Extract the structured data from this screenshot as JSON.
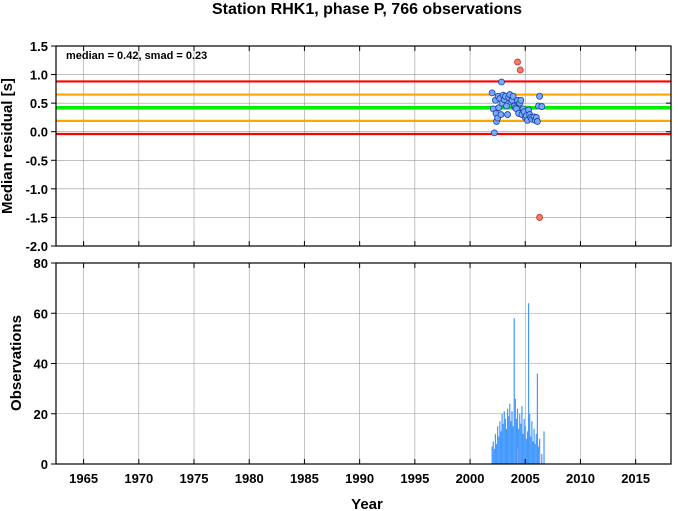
{
  "chart_data": {
    "title": "Station RHK1, phase P, 766 observations",
    "xlabel": "Year",
    "xlim": [
      1962.5,
      2018.2
    ],
    "xticks": [
      1965,
      1970,
      1975,
      1980,
      1985,
      1990,
      1995,
      2000,
      2005,
      2010,
      2015
    ],
    "grid": true,
    "residual_panel": {
      "type": "scatter",
      "ylabel": "Median residual [s]",
      "ylim": [
        -2.0,
        1.5
      ],
      "yticks": [
        "1.5",
        "1.0",
        "0.5",
        "0.0",
        "-0.5",
        "-1.0",
        "-1.5",
        "-2.0"
      ],
      "ytick_values": [
        1.5,
        1.0,
        0.5,
        0.0,
        -0.5,
        -1.0,
        -1.5,
        -2.0
      ],
      "annotation": "median = 0.42, smad = 0.23",
      "lines": [
        {
          "value": 0.88,
          "color": "#ff0000"
        },
        {
          "value": 0.65,
          "color": "#ffa500"
        },
        {
          "value": 0.42,
          "color": "#00ee00"
        },
        {
          "value": 0.19,
          "color": "#ffa500"
        },
        {
          "value": -0.04,
          "color": "#ff0000"
        }
      ],
      "points_color": "#77aaff",
      "outlier_color": "#ff7766",
      "points": [
        [
          2002.0,
          0.68
        ],
        [
          2002.1,
          0.4
        ],
        [
          2002.2,
          -0.02
        ],
        [
          2002.3,
          0.55
        ],
        [
          2002.35,
          0.32
        ],
        [
          2002.4,
          0.18
        ],
        [
          2002.5,
          0.24
        ],
        [
          2002.55,
          0.62
        ],
        [
          2002.6,
          0.42
        ],
        [
          2002.7,
          0.58
        ],
        [
          2002.8,
          0.3
        ],
        [
          2002.85,
          0.87
        ],
        [
          2002.9,
          0.5
        ],
        [
          2003.0,
          0.64
        ],
        [
          2003.1,
          0.56
        ],
        [
          2003.2,
          0.62
        ],
        [
          2003.3,
          0.45
        ],
        [
          2003.4,
          0.3
        ],
        [
          2003.5,
          0.6
        ],
        [
          2003.6,
          0.65
        ],
        [
          2003.7,
          0.52
        ],
        [
          2003.8,
          0.55
        ],
        [
          2003.9,
          0.62
        ],
        [
          2004.0,
          0.45
        ],
        [
          2004.1,
          0.42
        ],
        [
          2004.2,
          0.4
        ],
        [
          2004.3,
          0.55
        ],
        [
          2004.4,
          0.32
        ],
        [
          2004.5,
          0.5
        ],
        [
          2004.6,
          0.55
        ],
        [
          2004.7,
          0.3
        ],
        [
          2004.8,
          0.4
        ],
        [
          2004.9,
          0.35
        ],
        [
          2005.0,
          0.25
        ],
        [
          2005.1,
          0.28
        ],
        [
          2005.2,
          0.2
        ],
        [
          2005.3,
          0.38
        ],
        [
          2005.4,
          0.3
        ],
        [
          2005.5,
          0.25
        ],
        [
          2005.6,
          0.22
        ],
        [
          2005.8,
          0.26
        ],
        [
          2005.9,
          0.2
        ],
        [
          2006.0,
          0.25
        ],
        [
          2006.1,
          0.18
        ],
        [
          2006.2,
          0.45
        ],
        [
          2006.3,
          0.62
        ],
        [
          2006.5,
          0.44
        ]
      ],
      "outliers": [
        [
          2004.3,
          1.22
        ],
        [
          2004.55,
          1.08
        ],
        [
          2006.3,
          -1.5
        ]
      ]
    },
    "count_panel": {
      "type": "bar",
      "ylabel": "Observations",
      "ylim": [
        0,
        80
      ],
      "yticks": [
        "80",
        "60",
        "40",
        "20",
        "0"
      ],
      "ytick_values": [
        80,
        60,
        40,
        20,
        0
      ],
      "bar_color": "#4499ff",
      "highlight_color": "#ff7766",
      "bars": [
        [
          2002.0,
          7
        ],
        [
          2002.1,
          9
        ],
        [
          2002.2,
          6
        ],
        [
          2002.3,
          12
        ],
        [
          2002.4,
          8
        ],
        [
          2002.5,
          15
        ],
        [
          2002.6,
          11
        ],
        [
          2002.7,
          17
        ],
        [
          2002.8,
          13
        ],
        [
          2002.9,
          20
        ],
        [
          2003.0,
          16
        ],
        [
          2003.1,
          21
        ],
        [
          2003.2,
          18
        ],
        [
          2003.3,
          14
        ],
        [
          2003.4,
          22
        ],
        [
          2003.5,
          19
        ],
        [
          2003.6,
          24
        ],
        [
          2003.7,
          17
        ],
        [
          2003.8,
          21
        ],
        [
          2003.9,
          15
        ],
        [
          2004.0,
          58
        ],
        [
          2004.1,
          26
        ],
        [
          2004.2,
          18
        ],
        [
          2004.3,
          22
        ],
        [
          2004.4,
          14
        ],
        [
          2004.5,
          20
        ],
        [
          2004.6,
          16
        ],
        [
          2004.7,
          23
        ],
        [
          2004.8,
          12
        ],
        [
          2004.9,
          18
        ],
        [
          2005.0,
          15
        ],
        [
          2005.1,
          10
        ],
        [
          2005.2,
          13
        ],
        [
          2005.3,
          64
        ],
        [
          2005.4,
          20
        ],
        [
          2005.5,
          11
        ],
        [
          2005.6,
          17
        ],
        [
          2005.7,
          9
        ],
        [
          2005.8,
          14
        ],
        [
          2005.9,
          8
        ],
        [
          2006.0,
          12
        ],
        [
          2006.1,
          36
        ],
        [
          2006.2,
          7
        ],
        [
          2006.3,
          10
        ],
        [
          2006.5,
          4
        ],
        [
          2006.7,
          13
        ]
      ],
      "highlights": [
        [
          2004.3,
          6
        ],
        [
          2006.3,
          5
        ]
      ]
    }
  }
}
